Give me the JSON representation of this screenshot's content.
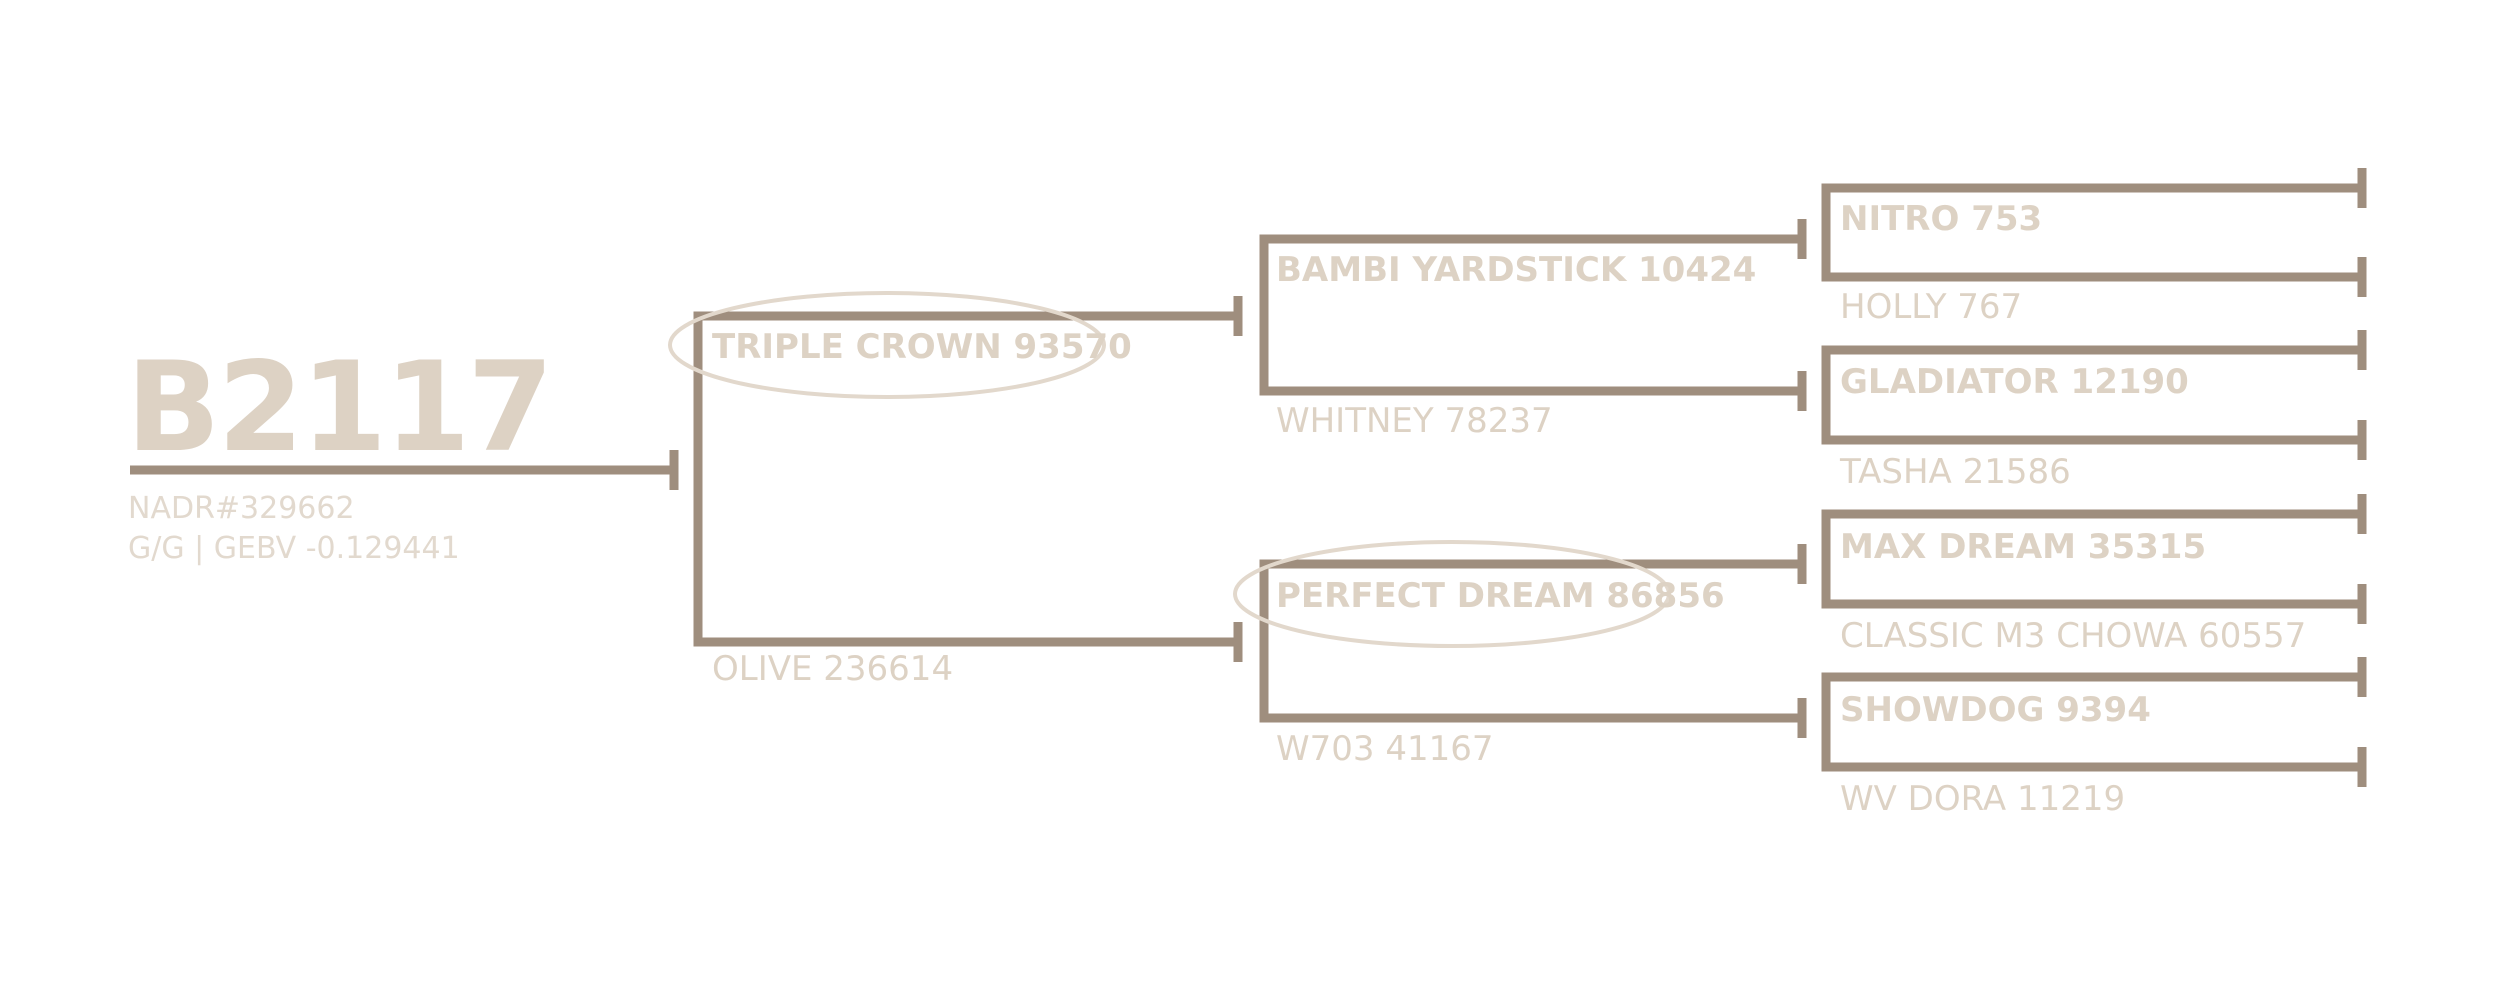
{
  "subject": {
    "id": "B2117",
    "registration": "NADR#329662",
    "genetics": "G/G | GEBV -0.129441"
  },
  "parents": {
    "sire": "TRIPLE CROWN 93570",
    "dam": "OLIVE 236614"
  },
  "grandparents": {
    "sire_sire": "BAMBI YARDSTICK 10424",
    "sire_dam": "WHITNEY 78237",
    "dam_sire": "PERFECT DREAM 86856",
    "dam_dam": "W703 41167"
  },
  "great_grandparents": {
    "ss_sire": "NITRO 753",
    "ss_dam": "HOLLY 767",
    "sd_sire": "GLADIATOR 12190",
    "sd_dam": "TASHA 21586",
    "ds_sire": "MAX DREAM 35315",
    "ds_dam": "CLASSIC M3 CHOWA 60557",
    "dd_sire": "SHOWDOG 9394",
    "dd_dam": "WV DORA 11219"
  },
  "colors": {
    "line": "#9f8e7e",
    "text": "#ddd2c4",
    "highlight_oval": "#e2d8cc"
  }
}
